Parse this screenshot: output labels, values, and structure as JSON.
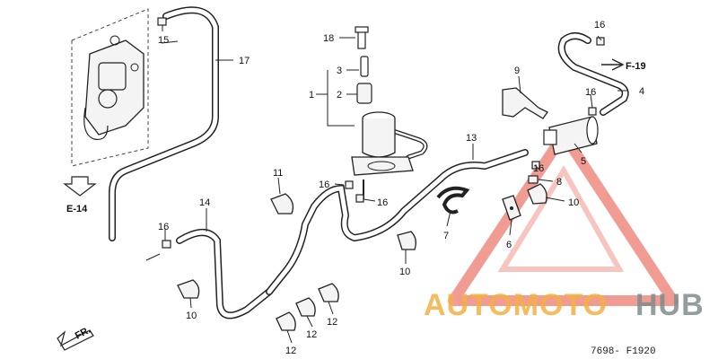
{
  "labels": {
    "p1": "1",
    "p2": "2",
    "p3": "3",
    "p4": "4",
    "p5": "5",
    "p6": "6",
    "p7": "7",
    "p8": "8",
    "p9": "9",
    "p11": "11",
    "p13": "13",
    "p14": "14",
    "p15": "15",
    "p17": "17",
    "p18": "18",
    "p10a": "10",
    "p10b": "10",
    "p10c": "10",
    "p12a": "12",
    "p12b": "12",
    "p12c": "12",
    "p16a": "16",
    "p16b": "16",
    "p16c": "16",
    "p16d": "16",
    "p16e": "16",
    "p16f": "16"
  },
  "refs": {
    "e14": "E-14",
    "f19": "F-19",
    "fr": "FR."
  },
  "diagram_code": "7698- F1920",
  "watermark": {
    "part1": "AUTOMOTO",
    "part2": "HUB",
    "color1": "#f5b041",
    "color2": "#7f8c8d",
    "triangle_color": "#e74c3c"
  }
}
